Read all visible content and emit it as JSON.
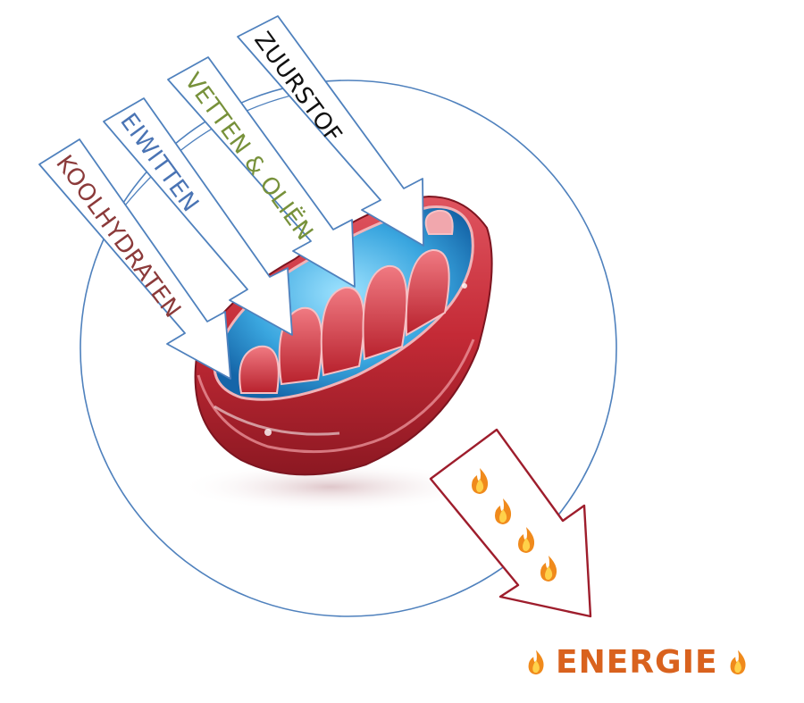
{
  "diagram": {
    "inputs": [
      {
        "label": "KOOLHYDRATEN",
        "color": "#8b3a3a"
      },
      {
        "label": "EIWITTEN",
        "color": "#4a74b4"
      },
      {
        "label": "VETTEN & OLIËN",
        "color": "#77913a"
      },
      {
        "label": "ZUURSTOF",
        "color": "#111111"
      }
    ],
    "output": {
      "label": "ENERGIE",
      "color": "#d9621e"
    },
    "icons": [
      "mitochondrion-illustration",
      "fire-icon"
    ],
    "colors": {
      "circle": "#4f81bd",
      "mitochondrion": "#c8303c",
      "cristae": "#3aa6df",
      "energy_arrow_border": "#9e1d2c",
      "input_arrow_border": "#4f81bd"
    }
  }
}
